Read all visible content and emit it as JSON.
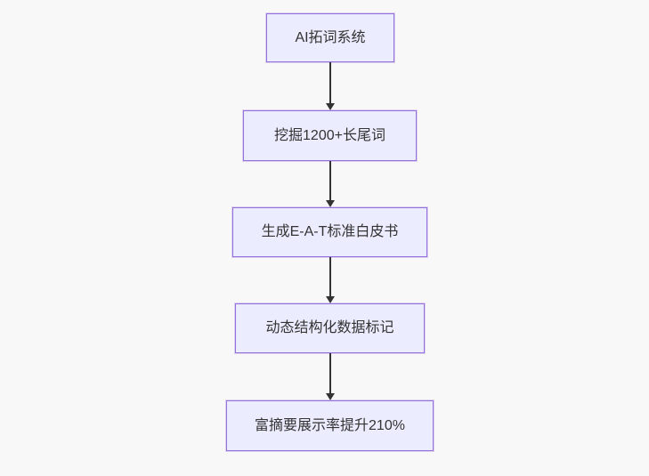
{
  "diagram": {
    "type": "flowchart",
    "direction": "top-down",
    "colors": {
      "background": "#f8f8f8",
      "node_fill": "#ececff",
      "node_border": "#9370db",
      "edge_color": "#333333",
      "text_color": "#333333"
    },
    "nodes": [
      {
        "label": "AI拓词系统"
      },
      {
        "label": "挖掘1200+长尾词"
      },
      {
        "label": "生成E-A-T标准白皮书"
      },
      {
        "label": "动态结构化数据标记"
      },
      {
        "label": "富摘要展示率提升210%"
      }
    ],
    "edges": [
      {
        "from": 0,
        "to": 1,
        "style": "arrow-down"
      },
      {
        "from": 1,
        "to": 2,
        "style": "arrow-down"
      },
      {
        "from": 2,
        "to": 3,
        "style": "arrow-down"
      },
      {
        "from": 3,
        "to": 4,
        "style": "arrow-down"
      }
    ]
  }
}
